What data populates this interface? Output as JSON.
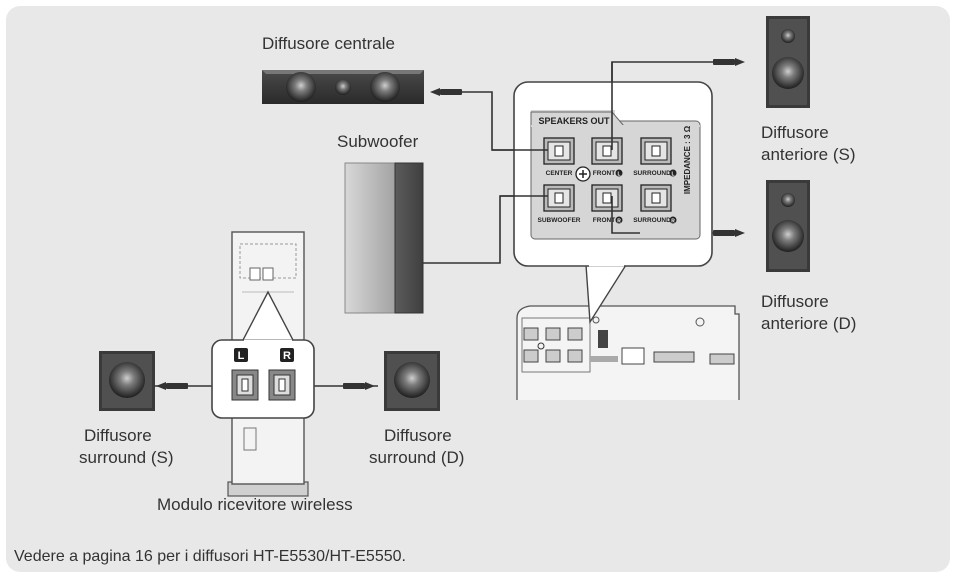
{
  "labels": {
    "center_speaker": "Diffusore centrale",
    "subwoofer": "Subwoofer",
    "front_left_line1": "Diffusore",
    "front_left_line2": "anteriore (S)",
    "front_right_line1": "Diffusore",
    "front_right_line2": "anteriore (D)",
    "surround_left_line1": "Diffusore",
    "surround_left_line2": "surround (S)",
    "surround_right_line1": "Diffusore",
    "surround_right_line2": "surround (D)",
    "wireless_module": "Modulo ricevitore wireless",
    "footnote": "Vedere a pagina 16 per i diffusori HT-E5530/HT-E5550."
  },
  "terminal_panel": {
    "title": "SPEAKERS OUT",
    "impedance": "IMPEDANCE : 3 Ω",
    "center": "CENTER",
    "front_l": "FRONT",
    "surround_l": "SURROUND",
    "subwoofer": "SUBWOOFER",
    "front_r": "FRONT",
    "surround_r": "SURROUND",
    "badge_l": "L",
    "badge_r": "R"
  },
  "wireless_terminals": {
    "left_badge": "L",
    "right_badge": "R"
  },
  "colors": {
    "panel_bg": "#e8e8e8",
    "speaker_dark": "#3a3a3a",
    "speaker_face": "#555555",
    "line": "#333333"
  }
}
